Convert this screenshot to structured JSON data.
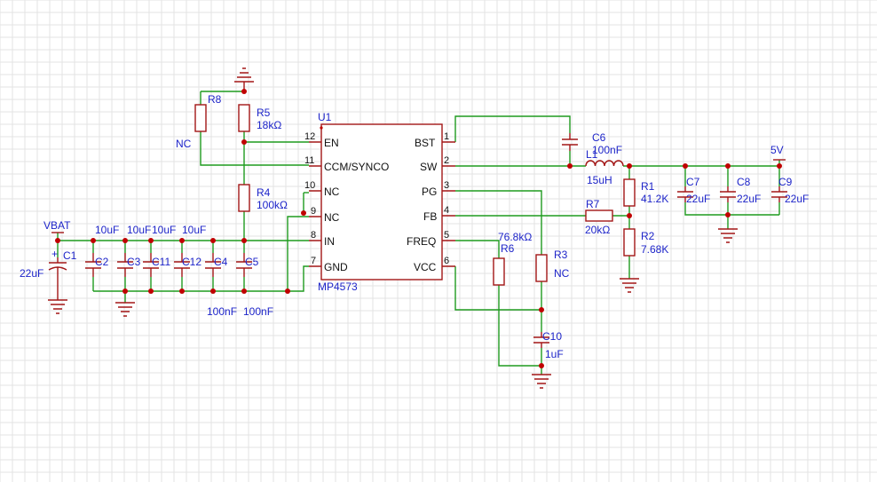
{
  "ic": {
    "ref": "U1",
    "part": "MP4573",
    "left_pins": [
      {
        "name": "EN",
        "num": "12"
      },
      {
        "name": "CCM/SYNCO",
        "num": "11"
      },
      {
        "name": "NC",
        "num": "10"
      },
      {
        "name": "NC",
        "num": "9"
      },
      {
        "name": "IN",
        "num": "8"
      },
      {
        "name": "GND",
        "num": "7"
      }
    ],
    "right_pins": [
      {
        "name": "BST",
        "num": "1"
      },
      {
        "name": "SW",
        "num": "2"
      },
      {
        "name": "PG",
        "num": "3"
      },
      {
        "name": "FB",
        "num": "4"
      },
      {
        "name": "FREQ",
        "num": "5"
      },
      {
        "name": "VCC",
        "num": "6"
      }
    ]
  },
  "nets": {
    "vin": "VBAT",
    "vout": "5V"
  },
  "input_caps": {
    "c1": {
      "ref": "C1",
      "value": "22uF",
      "polarity": "+"
    },
    "value_labels": [
      "10uF",
      "10uF",
      "10uF",
      "10uF"
    ],
    "value_labels_bottom": [
      "100nF",
      "100nF"
    ],
    "refs": [
      "C2",
      "C3",
      "C11",
      "C12",
      "C4",
      "C5"
    ]
  },
  "resistors": {
    "r8": {
      "ref": "R8",
      "value": "NC"
    },
    "r5": {
      "ref": "R5",
      "value": "18kΩ"
    },
    "r4": {
      "ref": "R4",
      "value": "100kΩ"
    },
    "r6": {
      "ref": "R6",
      "value": "76.8kΩ"
    },
    "r3": {
      "ref": "R3",
      "value": "NC"
    },
    "r7": {
      "ref": "R7",
      "value": "20kΩ"
    },
    "r1": {
      "ref": "R1",
      "value": "41.2K"
    },
    "r2": {
      "ref": "R2",
      "value": "7.68K"
    }
  },
  "others": {
    "c6": {
      "ref": "C6",
      "value": "100nF"
    },
    "l1": {
      "ref": "L1",
      "value": "15uH"
    },
    "c7": {
      "ref": "C7",
      "value": "22uF"
    },
    "c8": {
      "ref": "C8",
      "value": "22uF"
    },
    "c9": {
      "ref": "C9",
      "value": "22uF"
    },
    "c10": {
      "ref": "C10",
      "value": "1uF"
    }
  },
  "colors": {
    "wire": "#1f9b1f",
    "component": "#a31616",
    "label": "#1d24c9",
    "junction": "#c00000",
    "grid": "#e3e3e3"
  }
}
